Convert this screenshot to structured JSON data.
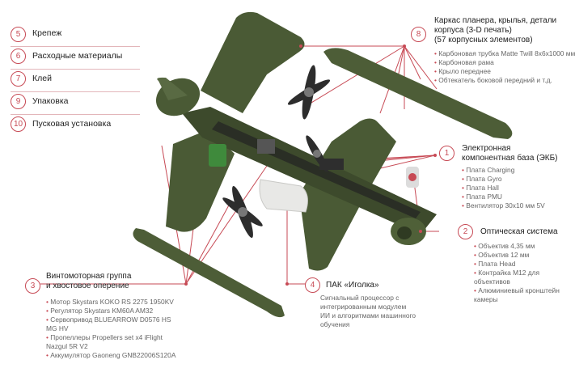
{
  "colors": {
    "accent": "#c74a55",
    "airframe": "#4a5a35",
    "airframe_dark": "#3a4729"
  },
  "left_list": [
    {
      "num": "5",
      "label": "Крепеж"
    },
    {
      "num": "6",
      "label": "Расходные материалы"
    },
    {
      "num": "7",
      "label": "Клей"
    },
    {
      "num": "9",
      "label": "Упаковка"
    },
    {
      "num": "10",
      "label": "Пусковая установка"
    }
  ],
  "group8": {
    "num": "8",
    "title_lines": [
      "Каркас планера, крылья, детали",
      "корпуса (3-D печать)",
      "(57 корпусных элементов)"
    ],
    "items": [
      "Карбоновая трубка Matte Twill 8x6x1000 мм",
      "Карбоновая рама",
      "Крыло переднее",
      "Обтекатель боковой передний и т.д."
    ]
  },
  "group1": {
    "num": "1",
    "title_lines": [
      "Электронная",
      "компонентная база (ЭКБ)"
    ],
    "items": [
      "Плата Charging",
      "Плата Gyro",
      "Плата Hall",
      "Плата PMU",
      "Вентилятор 30x10 мм 5V"
    ]
  },
  "group2": {
    "num": "2",
    "title_lines": [
      "Оптическая система"
    ],
    "items": [
      "Объектив 4,35 мм",
      "Объектив 12 мм",
      "Плата Head",
      "Контрайка M12 для объективов",
      "Алюминиевый кронштейн камеры"
    ]
  },
  "group3": {
    "num": "3",
    "title_lines": [
      "Винтомоторная группа",
      "и хвостовое оперение"
    ],
    "items": [
      "Мотор Skystars KOKO RS 2275 1950KV",
      "Регулятор Skystars KM60A AM32",
      "Сервопривод BLUEARROW D0576 HS MG HV",
      "Пропеллеры Propellers set x4 iFlight Nazgul 5R V2",
      "Аккумулятор Gaoneng GNB22006S120A"
    ]
  },
  "group4": {
    "num": "4",
    "title_lines": [
      "ПАК «Иголка»"
    ],
    "description": "Сигнальный процессор с интегрированным модулем ИИ и алгоритмами машинного обучения"
  }
}
